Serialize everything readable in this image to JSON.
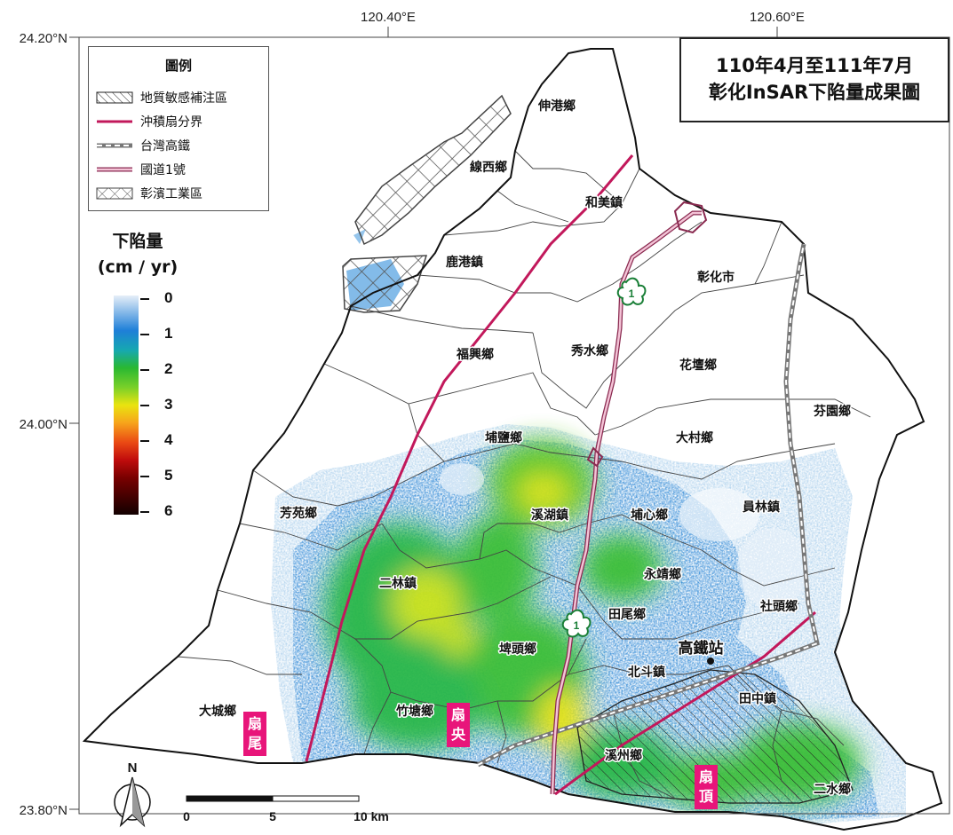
{
  "map_title": {
    "line1": "110年4月至111年7月",
    "line2": "彰化InSAR下陷量成果圖"
  },
  "coords": {
    "lon_1": "120.40°E",
    "lon_2": "120.60°E",
    "lat_1": "24.20°N",
    "lat_2": "24.00°N",
    "lat_3": "23.80°N"
  },
  "legend": {
    "title": "圖例",
    "items": [
      {
        "label": "地質敏感補注區"
      },
      {
        "label": "沖積扇分界"
      },
      {
        "label": "台灣高鐵"
      },
      {
        "label": "國道1號"
      },
      {
        "label": "彰濱工業區"
      }
    ]
  },
  "colorbar": {
    "title_line1": "下陷量",
    "title_line2": "(cm / yr)",
    "labels": [
      "0",
      "1",
      "2",
      "3",
      "4",
      "5",
      "6"
    ]
  },
  "towns": {
    "shengang": "伸港鄉",
    "xianxi": "線西鄉",
    "hemei": "和美鎮",
    "lukang": "鹿港鎮",
    "changhua": "彰化市",
    "fuxing": "福興鄉",
    "xiushui": "秀水鄉",
    "huatan": "花壇鄉",
    "fenyuan": "芬園鄉",
    "puyan": "埔鹽鄉",
    "dacun": "大村鄉",
    "fangyuan": "芳苑鄉",
    "xihu": "溪湖鎮",
    "puxin": "埔心鄉",
    "yuanlin": "員林鎮",
    "yongjing": "永靖鄉",
    "erlin": "二林鎮",
    "tianwei": "田尾鄉",
    "shetou": "社頭鄉",
    "pitou": "埤頭鄉",
    "hsr_station": "高鐵站",
    "beidou": "北斗鎮",
    "tianzhong": "田中鎮",
    "dacheng": "大城鄉",
    "zhutang": "竹塘鄉",
    "xizhou": "溪州鄉",
    "ershui": "二水鄉"
  },
  "fan_labels": {
    "tail": [
      "扇",
      "尾"
    ],
    "middle": [
      "扇",
      "央"
    ],
    "top": [
      "扇",
      "頂"
    ]
  },
  "highway_shield": "1",
  "scalebar": {
    "labels": [
      "0",
      "5",
      "10 km"
    ]
  },
  "north_arrow": "N",
  "colors": {
    "fan_boundary": "#c2185b",
    "fan_label_bg": "#e8157a",
    "boundary": "#111111"
  }
}
